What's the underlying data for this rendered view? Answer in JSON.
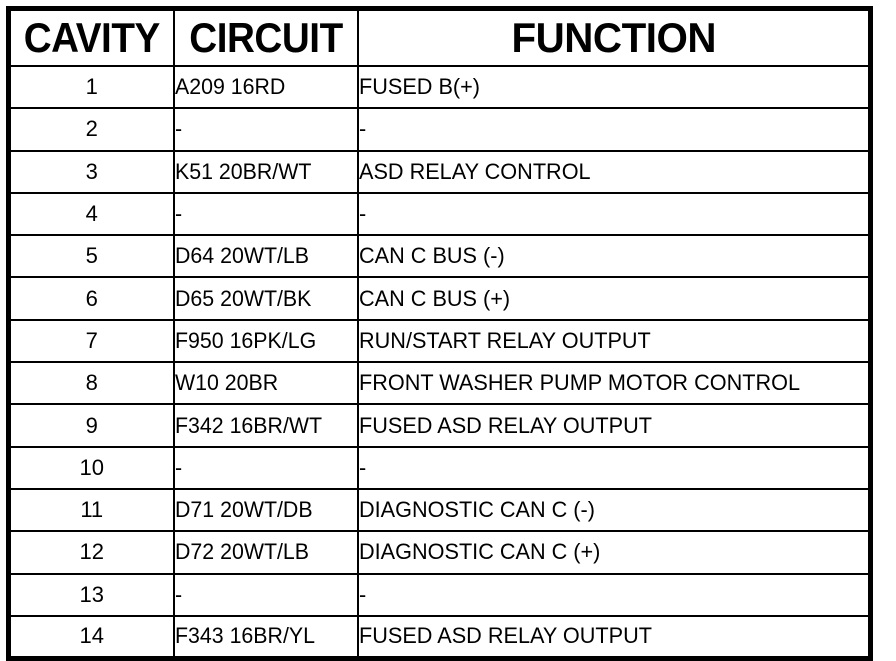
{
  "table": {
    "columns": [
      {
        "key": "cavity",
        "label": "CAVITY"
      },
      {
        "key": "circuit",
        "label": "CIRCUIT"
      },
      {
        "key": "function",
        "label": "FUNCTION"
      }
    ],
    "rows": [
      {
        "cavity": "1",
        "circuit": "A209 16RD",
        "function": "FUSED B(+)"
      },
      {
        "cavity": "2",
        "circuit": "-",
        "function": "-"
      },
      {
        "cavity": "3",
        "circuit": "K51 20BR/WT",
        "function": "ASD RELAY CONTROL"
      },
      {
        "cavity": "4",
        "circuit": "-",
        "function": "-"
      },
      {
        "cavity": "5",
        "circuit": "D64 20WT/LB",
        "function": "CAN C BUS (-)"
      },
      {
        "cavity": "6",
        "circuit": "D65 20WT/BK",
        "function": "CAN C BUS (+)"
      },
      {
        "cavity": "7",
        "circuit": "F950 16PK/LG",
        "function": "RUN/START RELAY OUTPUT"
      },
      {
        "cavity": "8",
        "circuit": "W10 20BR",
        "function": "FRONT WASHER PUMP MOTOR CONTROL"
      },
      {
        "cavity": "9",
        "circuit": "F342 16BR/WT",
        "function": "FUSED ASD RELAY OUTPUT"
      },
      {
        "cavity": "10",
        "circuit": "-",
        "function": "-"
      },
      {
        "cavity": "11",
        "circuit": "D71 20WT/DB",
        "function": "DIAGNOSTIC CAN C (-)"
      },
      {
        "cavity": "12",
        "circuit": "D72 20WT/LB",
        "function": "DIAGNOSTIC CAN C (+)"
      },
      {
        "cavity": "13",
        "circuit": "-",
        "function": "-"
      },
      {
        "cavity": "14",
        "circuit": "F343 16BR/YL",
        "function": "FUSED ASD RELAY OUTPUT"
      }
    ]
  },
  "colors": {
    "ink": "#000000",
    "paper": "#ffffff"
  }
}
